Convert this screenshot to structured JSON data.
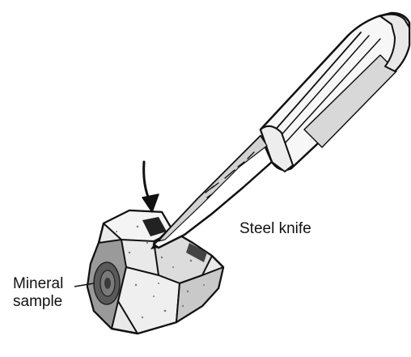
{
  "labels": {
    "knife": "Steel knife",
    "mineral_line1": "Mineral",
    "mineral_line2": "sample"
  },
  "colors": {
    "ink": "#111111",
    "background": "#ffffff"
  }
}
